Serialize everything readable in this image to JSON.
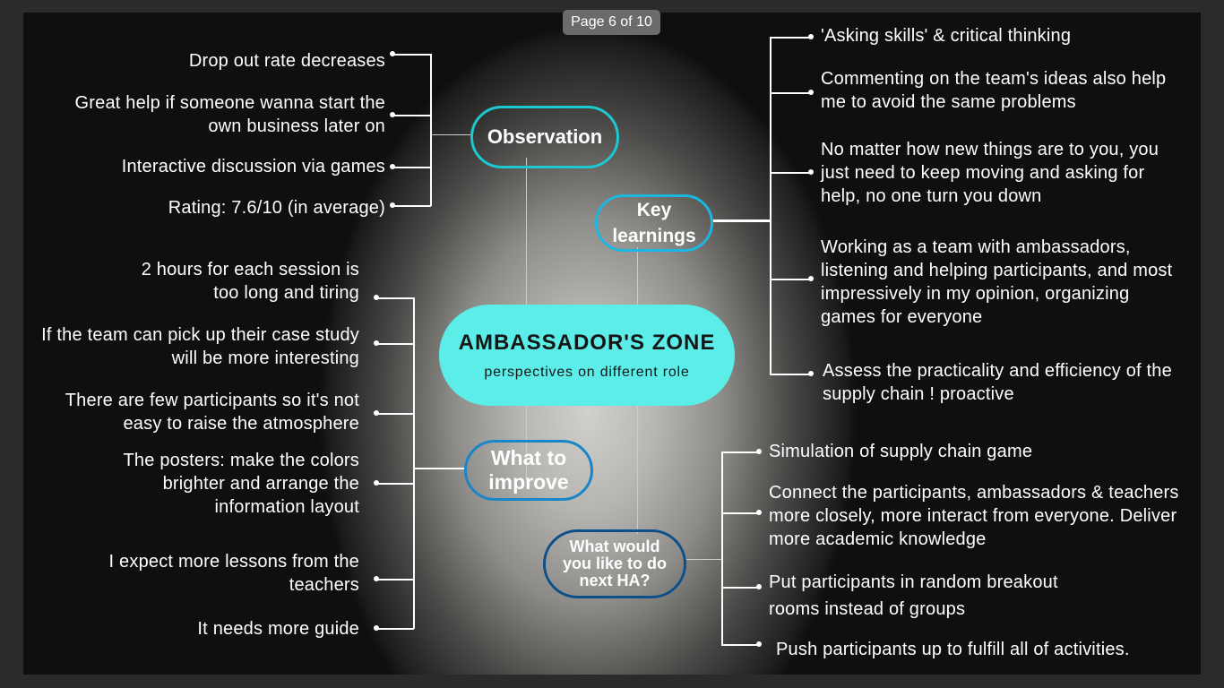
{
  "page_indicator": "Page 6 of 10",
  "center": {
    "title": "AMBASSADOR'S ZONE",
    "subtitle": "perspectives on different role"
  },
  "nodes": {
    "observation": "Observation",
    "key_learnings": "Key learnings",
    "what_to_improve": "What to improve",
    "next_ha": "What would you like to do next HA?"
  },
  "observation_items": [
    "Drop out rate decreases",
    "Great help if someone wanna start the own business later on",
    "Interactive discussion via games",
    "Rating: 7.6/10 (in average)"
  ],
  "key_learning_items": [
    "'Asking skills' & critical thinking",
    "Commenting on the team's ideas also help me to avoid the same problems",
    "No matter how new things are to you, you just need to keep moving and asking for help, no one turn you down",
    "Working as a team with ambassadors, listening and helping participants, and most impressively in my opinion, organizing games for everyone",
    "Assess the practicality and efficiency of the supply chain ! proactive"
  ],
  "improve_items": [
    "2 hours for each session is too long and tiring",
    "If the team can pick up their case study will be more interesting",
    "There are few participants so it's not easy to raise the atmosphere",
    "The posters: make the colors brighter and arrange the information layout",
    "I expect more lessons from the teachers",
    "It needs more guide"
  ],
  "next_items": [
    "Simulation of supply chain game",
    "Connect the participants, ambassadors & teachers more closely, more interact from everyone. Deliver more academic knowledge",
    "Put participants in random breakout rooms instead of groups",
    "Push participants up to fulfill all of activities."
  ],
  "colors": {
    "center": "#5cede8",
    "observation": "#1cc9d0",
    "key": "#1ab8e0",
    "improve": "#1a86c8",
    "next": "#0d4f8c"
  }
}
